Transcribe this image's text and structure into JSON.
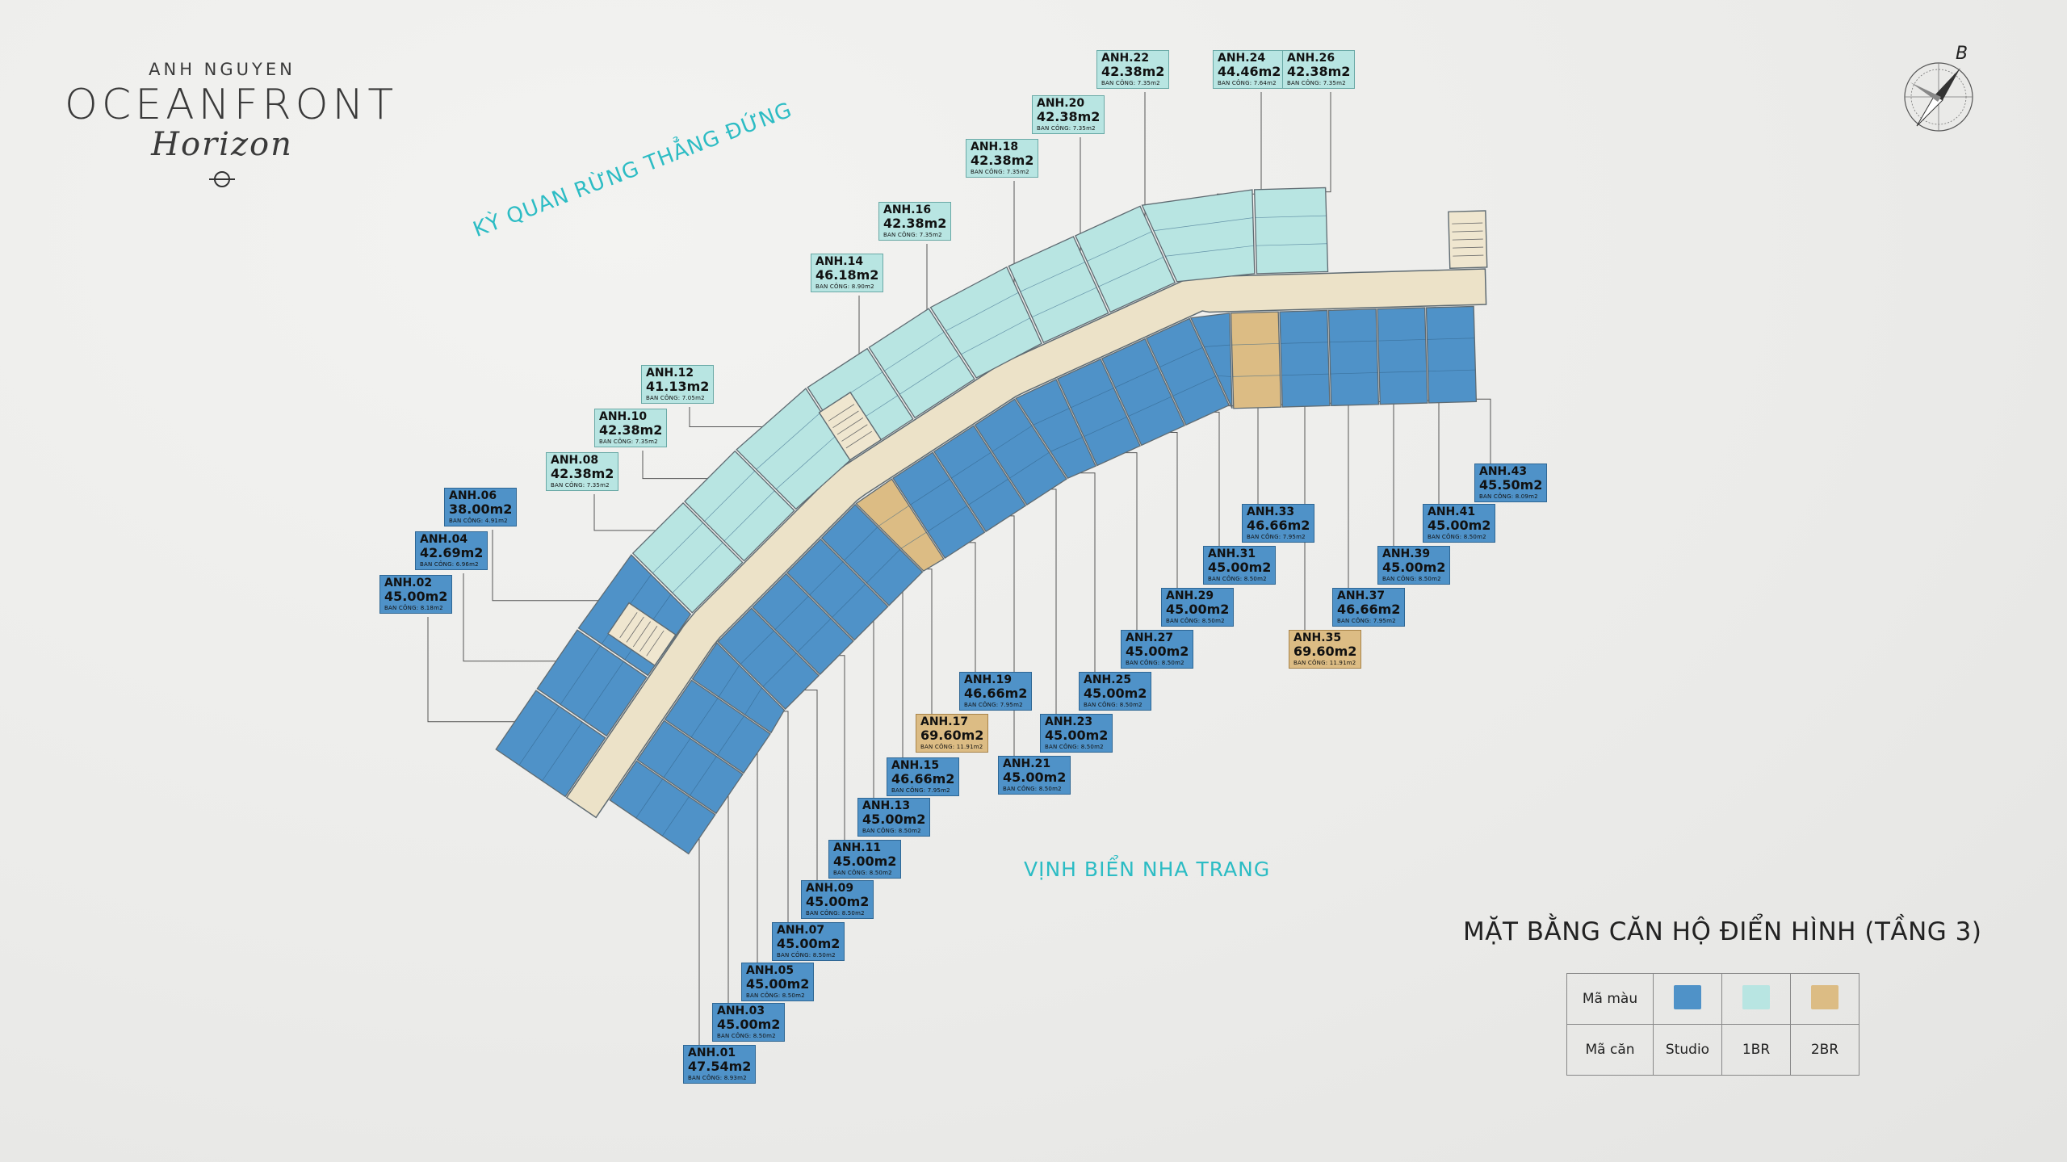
{
  "brand": {
    "pre": "ANH NGUYEN",
    "main": "OCEANFRONT",
    "script": "Horizon"
  },
  "compass": {
    "letter": "B"
  },
  "views": {
    "forest": "KỲ QUAN RỪNG THẲNG ĐỨNG",
    "sea": "VỊNH BIỂN NHA TRANG"
  },
  "colors": {
    "studio": "#4f92c8",
    "br1": "#b8e5e2",
    "br2": "#dcbc84",
    "corridor": "#ece2c8",
    "core": "#efe6cf",
    "outline": "#5f6b72"
  },
  "legend": {
    "title": "MẶT BẰNG CĂN HỘ ĐIỂN HÌNH (TẦNG 3)",
    "color_row": "Mã màu",
    "type_row": "Mã căn",
    "studio": "Studio",
    "br1": "1BR",
    "br2": "2BR"
  },
  "units": [
    {
      "code": "ANH.01",
      "area": "47.54m2",
      "balcony": "BAN CÔNG: 8.93m2",
      "type": "studio"
    },
    {
      "code": "ANH.02",
      "area": "45.00m2",
      "balcony": "BAN CÔNG: 8.18m2",
      "type": "studio"
    },
    {
      "code": "ANH.03",
      "area": "45.00m2",
      "balcony": "BAN CÔNG: 8.50m2",
      "type": "studio"
    },
    {
      "code": "ANH.04",
      "area": "42.69m2",
      "balcony": "BAN CÔNG: 6.96m2",
      "type": "studio"
    },
    {
      "code": "ANH.05",
      "area": "45.00m2",
      "balcony": "BAN CÔNG: 8.50m2",
      "type": "studio"
    },
    {
      "code": "ANH.06",
      "area": "38.00m2",
      "balcony": "BAN CÔNG: 4.91m2",
      "type": "studio"
    },
    {
      "code": "ANH.07",
      "area": "45.00m2",
      "balcony": "BAN CÔNG: 8.50m2",
      "type": "studio"
    },
    {
      "code": "ANH.08",
      "area": "42.38m2",
      "balcony": "BAN CÔNG: 7.35m2",
      "type": "br1"
    },
    {
      "code": "ANH.09",
      "area": "45.00m2",
      "balcony": "BAN CÔNG: 8.50m2",
      "type": "studio"
    },
    {
      "code": "ANH.10",
      "area": "42.38m2",
      "balcony": "BAN CÔNG: 7.35m2",
      "type": "br1"
    },
    {
      "code": "ANH.11",
      "area": "45.00m2",
      "balcony": "BAN CÔNG: 8.50m2",
      "type": "studio"
    },
    {
      "code": "ANH.12",
      "area": "41.13m2",
      "balcony": "BAN CÔNG: 7.05m2",
      "type": "br1"
    },
    {
      "code": "ANH.13",
      "area": "45.00m2",
      "balcony": "BAN CÔNG: 8.50m2",
      "type": "studio"
    },
    {
      "code": "ANH.14",
      "area": "46.18m2",
      "balcony": "BAN CÔNG: 8.90m2",
      "type": "br1"
    },
    {
      "code": "ANH.15",
      "area": "46.66m2",
      "balcony": "BAN CÔNG: 7.95m2",
      "type": "studio"
    },
    {
      "code": "ANH.16",
      "area": "42.38m2",
      "balcony": "BAN CÔNG: 7.35m2",
      "type": "br1"
    },
    {
      "code": "ANH.17",
      "area": "69.60m2",
      "balcony": "BAN CÔNG: 11.91m2",
      "type": "br2"
    },
    {
      "code": "ANH.18",
      "area": "42.38m2",
      "balcony": "BAN CÔNG: 7.35m2",
      "type": "br1"
    },
    {
      "code": "ANH.19",
      "area": "46.66m2",
      "balcony": "BAN CÔNG: 7.95m2",
      "type": "studio"
    },
    {
      "code": "ANH.20",
      "area": "42.38m2",
      "balcony": "BAN CÔNG: 7.35m2",
      "type": "br1"
    },
    {
      "code": "ANH.21",
      "area": "45.00m2",
      "balcony": "BAN CÔNG: 8.50m2",
      "type": "studio"
    },
    {
      "code": "ANH.22",
      "area": "42.38m2",
      "balcony": "BAN CÔNG: 7.35m2",
      "type": "br1"
    },
    {
      "code": "ANH.23",
      "area": "45.00m2",
      "balcony": "BAN CÔNG: 8.50m2",
      "type": "studio"
    },
    {
      "code": "ANH.24",
      "area": "44.46m2",
      "balcony": "BAN CÔNG: 7.64m2",
      "type": "br1"
    },
    {
      "code": "ANH.25",
      "area": "45.00m2",
      "balcony": "BAN CÔNG: 8.50m2",
      "type": "studio"
    },
    {
      "code": "ANH.26",
      "area": "42.38m2",
      "balcony": "BAN CÔNG: 7.35m2",
      "type": "br1"
    },
    {
      "code": "ANH.27",
      "area": "45.00m2",
      "balcony": "BAN CÔNG: 8.50m2",
      "type": "studio"
    },
    {
      "code": "ANH.29",
      "area": "45.00m2",
      "balcony": "BAN CÔNG: 8.50m2",
      "type": "studio"
    },
    {
      "code": "ANH.31",
      "area": "45.00m2",
      "balcony": "BAN CÔNG: 8.50m2",
      "type": "studio"
    },
    {
      "code": "ANH.33",
      "area": "46.66m2",
      "balcony": "BAN CÔNG: 7.95m2",
      "type": "studio"
    },
    {
      "code": "ANH.35",
      "area": "69.60m2",
      "balcony": "BAN CÔNG: 11.91m2",
      "type": "br2"
    },
    {
      "code": "ANH.37",
      "area": "46.66m2",
      "balcony": "BAN CÔNG: 7.95m2",
      "type": "studio"
    },
    {
      "code": "ANH.39",
      "area": "45.00m2",
      "balcony": "BAN CÔNG: 8.50m2",
      "type": "studio"
    },
    {
      "code": "ANH.41",
      "area": "45.00m2",
      "balcony": "BAN CÔNG: 8.50m2",
      "type": "studio"
    },
    {
      "code": "ANH.43",
      "area": "45.50m2",
      "balcony": "BAN CÔNG: 8.09m2",
      "type": "studio"
    }
  ]
}
